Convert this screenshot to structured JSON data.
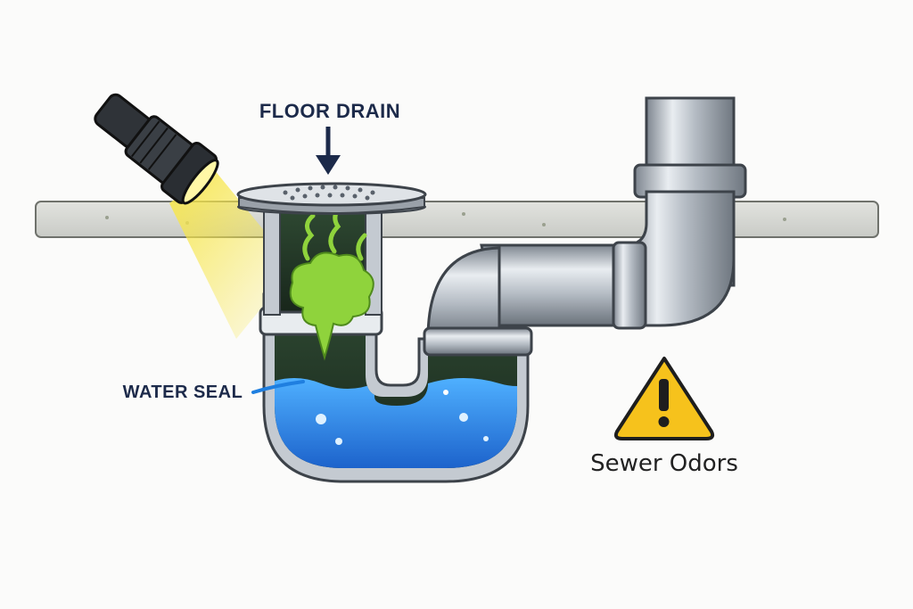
{
  "labels": {
    "floor_drain": "FLOOR DRAIN",
    "water_seal": "WATER SEAL",
    "warning": "Sewer Odors"
  },
  "icons": {
    "flashlight": "flashlight-icon",
    "warning": "warning-triangle-icon"
  },
  "colors": {
    "label_text": "#1c2a4a",
    "water": "#1f7fe0",
    "odor": "#8fd33c",
    "pipe": "#9aa3ad",
    "warning_fill": "#f6c21c",
    "light_beam": "#f7e64a"
  }
}
